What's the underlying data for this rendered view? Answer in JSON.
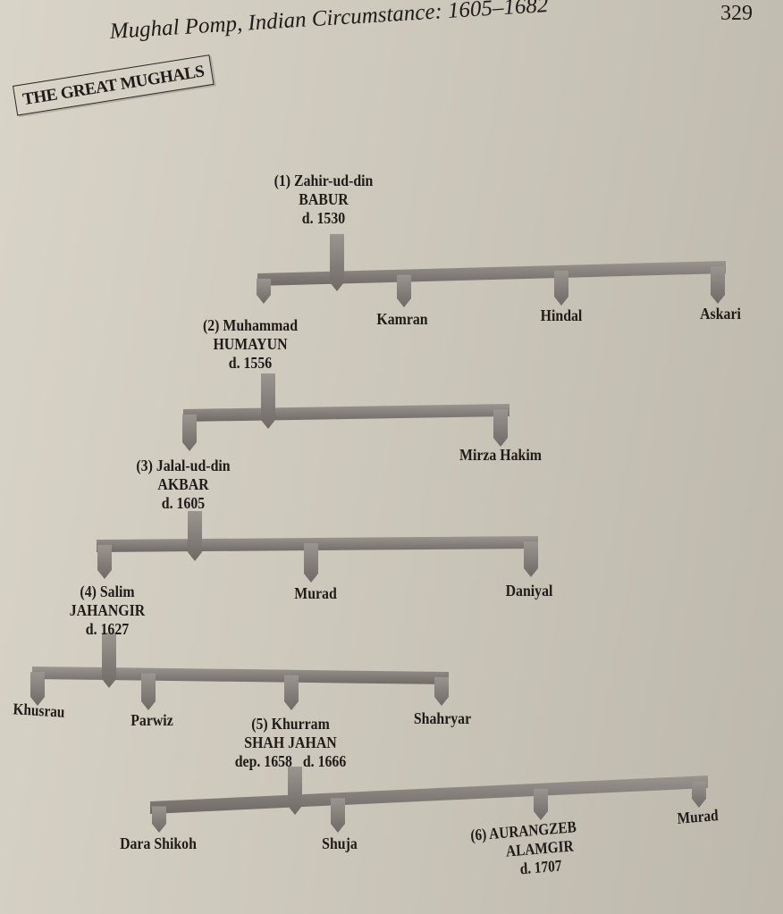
{
  "header": {
    "running_title": "Mughal Pomp, Indian Circumstance: 1605–1682",
    "page_number": "329"
  },
  "diagram": {
    "title": "THE GREAT MUGHALS",
    "bar_color": "#8a8580",
    "nodes": {
      "babur": [
        "(1)  Zahir-ud-din",
        "BABUR",
        "d. 1530"
      ],
      "humayun": [
        "(2) Muhammad",
        "HUMAYUN",
        "d. 1556"
      ],
      "kamran": [
        "Kamran"
      ],
      "hindal": [
        "Hindal"
      ],
      "askari": [
        "Askari"
      ],
      "akbar": [
        "(3) Jalal-ud-din",
        "AKBAR",
        "d. 1605"
      ],
      "mirza_hakim": [
        "Mirza Hakim"
      ],
      "jahangir": [
        "(4) Salim",
        "JAHANGIR",
        "d. 1627"
      ],
      "murad1": [
        "Murad"
      ],
      "daniyal": [
        "Daniyal"
      ],
      "khusrau": [
        "Khusrau"
      ],
      "parwiz": [
        "Parwiz"
      ],
      "shah_jahan": [
        "(5)  Khurram",
        "SHAH JAHAN",
        "dep. 1658   d. 1666"
      ],
      "shahryar": [
        "Shahryar"
      ],
      "dara": [
        "Dara Shikoh"
      ],
      "shuja": [
        "Shuja"
      ],
      "aurangzeb": [
        "(6)  AURANGZEB",
        "ALAMGIR",
        "d. 1707"
      ],
      "murad2": [
        "Murad"
      ]
    }
  }
}
